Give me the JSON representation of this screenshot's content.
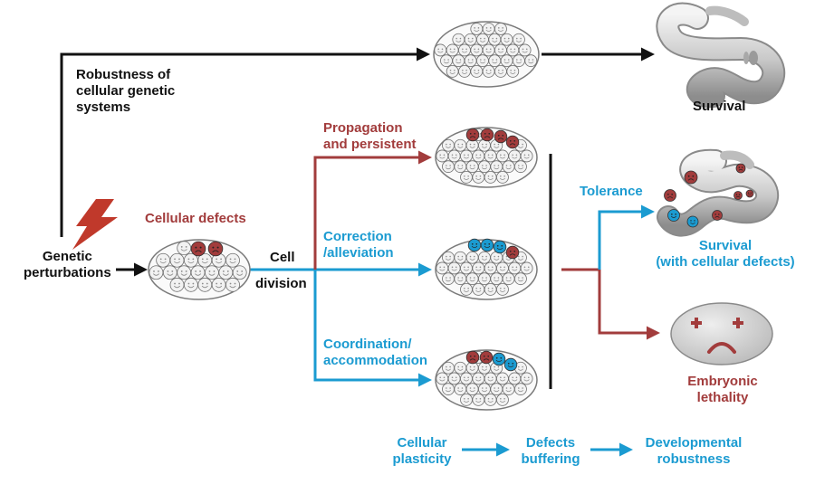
{
  "labels": {
    "robustness": [
      "Robustness of",
      "cellular genetic",
      "systems"
    ],
    "survival": "Survival",
    "genetic": [
      "Genetic",
      "perturbations"
    ],
    "cellular_defects": "Cellular defects",
    "cell_division": [
      "Cell",
      "division"
    ],
    "propagation": [
      "Propagation",
      "and persistent"
    ],
    "correction": [
      "Correction",
      "/alleviation"
    ],
    "coordination": [
      "Coordination/",
      "accommodation"
    ],
    "tolerance": "Tolerance",
    "survival_defects": [
      "Survival",
      "(with cellular defects)"
    ],
    "lethality": [
      "Embryonic",
      "lethality"
    ],
    "bottom_flow": [
      [
        "Cellular",
        "plasticity"
      ],
      [
        "Defects",
        "buffering"
      ],
      [
        "Developmental",
        "robustness"
      ]
    ]
  },
  "colors": {
    "black": "#111111",
    "red": "#a23c3c",
    "blue": "#1b9bd1",
    "bolt": "#c0392b",
    "cell_fill": "#f2f2f2",
    "cell_stroke": "#6f6f6f"
  },
  "icons": [
    "lightning-bolt-icon",
    "worm-icon",
    "sad-face-icon",
    "happy-face-icon"
  ]
}
